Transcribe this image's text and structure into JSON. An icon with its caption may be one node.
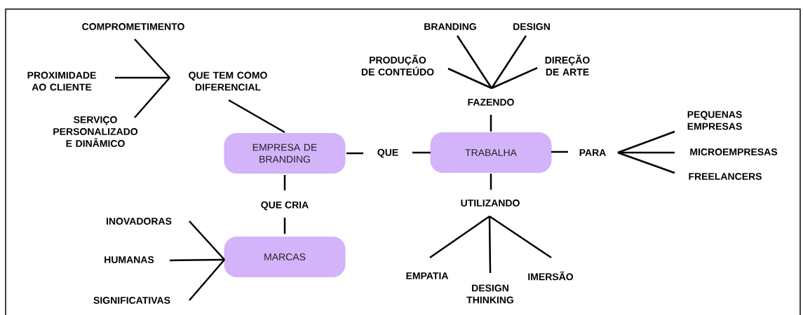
{
  "diagram": {
    "nodes": [
      {
        "text": [
          "EMPRESA DE BRANDING"
        ]
      },
      {
        "text": [
          "QUE TEM COMO DIFERENCIAL"
        ]
      },
      {
        "text": [
          "COMPROMETIMENTO"
        ]
      },
      {
        "text": [
          "PROXIMIDADE AO CLIENTE"
        ]
      },
      {
        "text": [
          "SERVIÇO PERSONALIZADO E DINÂMICO"
        ]
      },
      {
        "text": [
          "QUE"
        ]
      },
      {
        "text": [
          "TRABALHA"
        ]
      },
      {
        "text": [
          "FAZENDO"
        ]
      },
      {
        "text": [
          "PRODUÇÃO DE CONTEÚDO"
        ]
      },
      {
        "text": [
          "BRANDING"
        ]
      },
      {
        "text": [
          "DESIGN"
        ]
      },
      {
        "text": [
          "DIREÇÃO DE ARTE"
        ]
      },
      {
        "text": [
          "PARA"
        ]
      },
      {
        "text": [
          "PEQUENAS EMPRESAS"
        ]
      },
      {
        "text": [
          "MICROEMPRESAS"
        ]
      },
      {
        "text": [
          "FREELANCERS"
        ]
      },
      {
        "text": [
          "UTILIZANDO"
        ]
      },
      {
        "text": [
          "EMPATIA"
        ]
      },
      {
        "text": [
          "DESIGN THINKING"
        ]
      },
      {
        "text": [
          "IMERSÃO"
        ]
      },
      {
        "text": [
          "QUE CRIA"
        ]
      },
      {
        "text": [
          "MARCAS"
        ]
      },
      {
        "text": [
          "INOVADORAS"
        ]
      },
      {
        "text": [
          "HUMANAS"
        ]
      },
      {
        "text": [
          "SIGNIFICATIVAS"
        ]
      }
    ],
    "edges": [
      {
        "from": 1,
        "to": 2,
        "arrow": "none"
      },
      {
        "from": 1,
        "to": 3,
        "arrow": "none"
      },
      {
        "from": 1,
        "to": 4,
        "arrow": "none"
      },
      {
        "from": 0,
        "to": 1,
        "arrow": "none"
      },
      {
        "from": 0,
        "to": 5,
        "arrow": "none"
      },
      {
        "from": 5,
        "to": 6,
        "arrow": "none"
      },
      {
        "from": 7,
        "to": 8,
        "arrow": "none"
      },
      {
        "from": 7,
        "to": 9,
        "arrow": "none"
      },
      {
        "from": 7,
        "to": 10,
        "arrow": "none"
      },
      {
        "from": 7,
        "to": 11,
        "arrow": "none"
      },
      {
        "from": 6,
        "to": 7,
        "arrow": "none"
      },
      {
        "from": 6,
        "to": 12,
        "arrow": "none"
      },
      {
        "from": 12,
        "to": 13,
        "arrow": "none"
      },
      {
        "from": 12,
        "to": 14,
        "arrow": "none"
      },
      {
        "from": 12,
        "to": 15,
        "arrow": "none"
      },
      {
        "from": 6,
        "to": 16,
        "arrow": "none"
      },
      {
        "from": 16,
        "to": 17,
        "arrow": "none"
      },
      {
        "from": 16,
        "to": 18,
        "arrow": "none"
      },
      {
        "from": 16,
        "to": 19,
        "arrow": "none"
      },
      {
        "from": 0,
        "to": 20,
        "arrow": "none"
      },
      {
        "from": 20,
        "to": 21,
        "arrow": "none"
      },
      {
        "from": 21,
        "to": 22,
        "arrow": "none"
      },
      {
        "from": 21,
        "to": 23,
        "arrow": "none"
      },
      {
        "from": 21,
        "to": 24,
        "arrow": "none"
      }
    ]
  }
}
